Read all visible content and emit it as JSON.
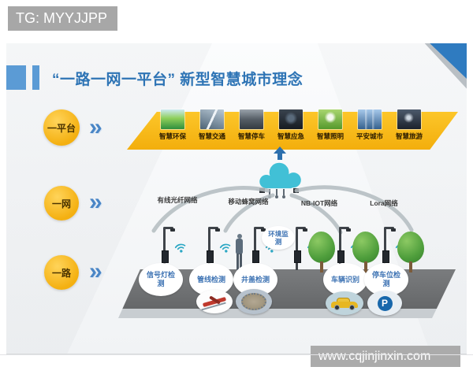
{
  "overlay": {
    "tag_text": "TG: MYYJJPP",
    "watermark_text": "www.cqjinjinxin.com"
  },
  "title": "“一路一网一平台” 新型智慧城市理念",
  "icons": {
    "chevrons": "»"
  },
  "platform": {
    "badge": "一平台",
    "apps": [
      {
        "label": "智慧环保"
      },
      {
        "label": "智慧交通"
      },
      {
        "label": "智慧停车"
      },
      {
        "label": "智慧应急"
      },
      {
        "label": "智慧照明"
      },
      {
        "label": "平安城市"
      },
      {
        "label": "智慧旅游"
      }
    ]
  },
  "network": {
    "badge": "一网",
    "types": [
      "有线光纤网络",
      "移动蜂窝网络",
      "NB-IOT网络",
      "Lora网络"
    ]
  },
  "road": {
    "badge": "一路",
    "env_label": "环境监测",
    "sensors": [
      "信号灯检测",
      "管线检测",
      "井盖检测",
      "车辆识别",
      "停车位检测"
    ],
    "parking_letter": "P"
  },
  "colors": {
    "title_blue": "#2e74b5",
    "bar_blue": "#5b9bd5",
    "badge_yellow": "#f4b011",
    "banner_yellow": "#f7ba16",
    "cloud_teal": "#41c0d6",
    "road_gray": "#66686a",
    "overlay_gray": "#a7a7a7",
    "sensor_text_blue": "#3f74b4"
  }
}
